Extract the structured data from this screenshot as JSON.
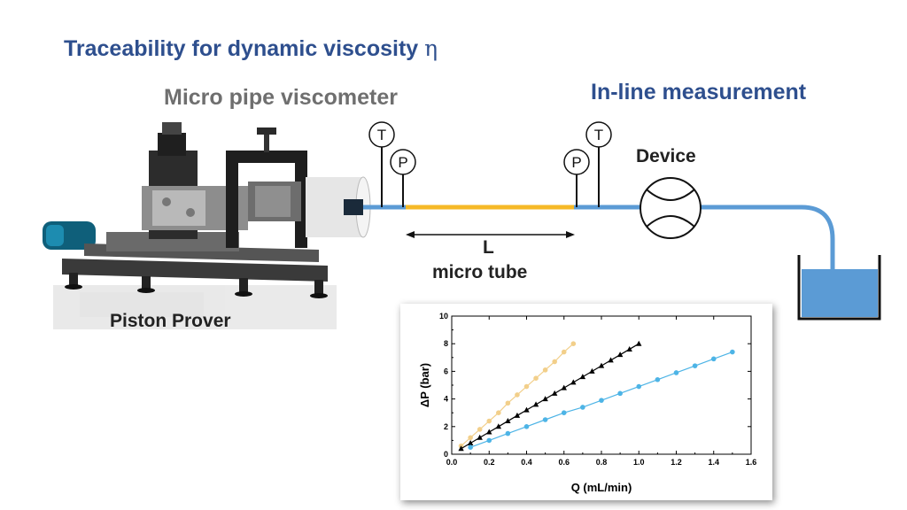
{
  "title": "Traceability for dynamic viscosity",
  "title_symbol": "η",
  "apparatus_label": "Micro pipe viscometer",
  "inline_label": "In-line measurement",
  "device_label": "Device",
  "length_label": "L",
  "tube_label": "micro tube",
  "prover_label": "Piston Prover",
  "sensors": {
    "upstream_temperature": "T",
    "upstream_pressure": "P",
    "downstream_pressure": "P",
    "downstream_temperature": "T"
  },
  "colors": {
    "title_blue": "#2e4f8e",
    "subtitle_grey": "#6f6f6f",
    "pipe_blue": "#5b9bd5",
    "micro_tube_yellow": "#f6b927",
    "reservoir_fill": "#5b9bd5",
    "series_black": "#000000",
    "series_yellow": "#f2cf8a",
    "series_blue": "#4db4e6"
  },
  "chart_data": {
    "type": "scatter",
    "xlabel": "Q (mL/min)",
    "ylabel": "ΔP (bar)",
    "xlim": [
      0,
      1.6
    ],
    "ylim": [
      0,
      10
    ],
    "xticks": [
      "0.0",
      "0.2",
      "0.4",
      "0.6",
      "0.8",
      "1.0",
      "1.2",
      "1.4",
      "1.6"
    ],
    "yticks": [
      "0",
      "2",
      "4",
      "6",
      "8",
      "10"
    ],
    "series": [
      {
        "color": "#f2cf8a",
        "marker": "circle",
        "x": [
          0.05,
          0.1,
          0.15,
          0.2,
          0.25,
          0.3,
          0.35,
          0.4,
          0.45,
          0.5,
          0.55,
          0.6,
          0.65
        ],
        "y": [
          0.6,
          1.2,
          1.8,
          2.4,
          3.0,
          3.7,
          4.3,
          4.9,
          5.5,
          6.1,
          6.7,
          7.4,
          8.0
        ]
      },
      {
        "color": "#000000",
        "marker": "triangle",
        "x": [
          0.05,
          0.1,
          0.15,
          0.2,
          0.25,
          0.3,
          0.35,
          0.4,
          0.45,
          0.5,
          0.55,
          0.6,
          0.65,
          0.7,
          0.75,
          0.8,
          0.85,
          0.9,
          0.95,
          1.0
        ],
        "y": [
          0.4,
          0.8,
          1.2,
          1.6,
          2.0,
          2.4,
          2.8,
          3.2,
          3.6,
          4.0,
          4.4,
          4.8,
          5.2,
          5.6,
          6.0,
          6.4,
          6.8,
          7.2,
          7.6,
          8.0
        ]
      },
      {
        "color": "#4db4e6",
        "marker": "circle",
        "x": [
          0.1,
          0.2,
          0.3,
          0.4,
          0.5,
          0.6,
          0.7,
          0.8,
          0.9,
          1.0,
          1.1,
          1.2,
          1.3,
          1.4,
          1.5
        ],
        "y": [
          0.5,
          1.0,
          1.5,
          2.0,
          2.5,
          3.0,
          3.4,
          3.9,
          4.4,
          4.9,
          5.4,
          5.9,
          6.4,
          6.9,
          7.4
        ]
      }
    ]
  }
}
